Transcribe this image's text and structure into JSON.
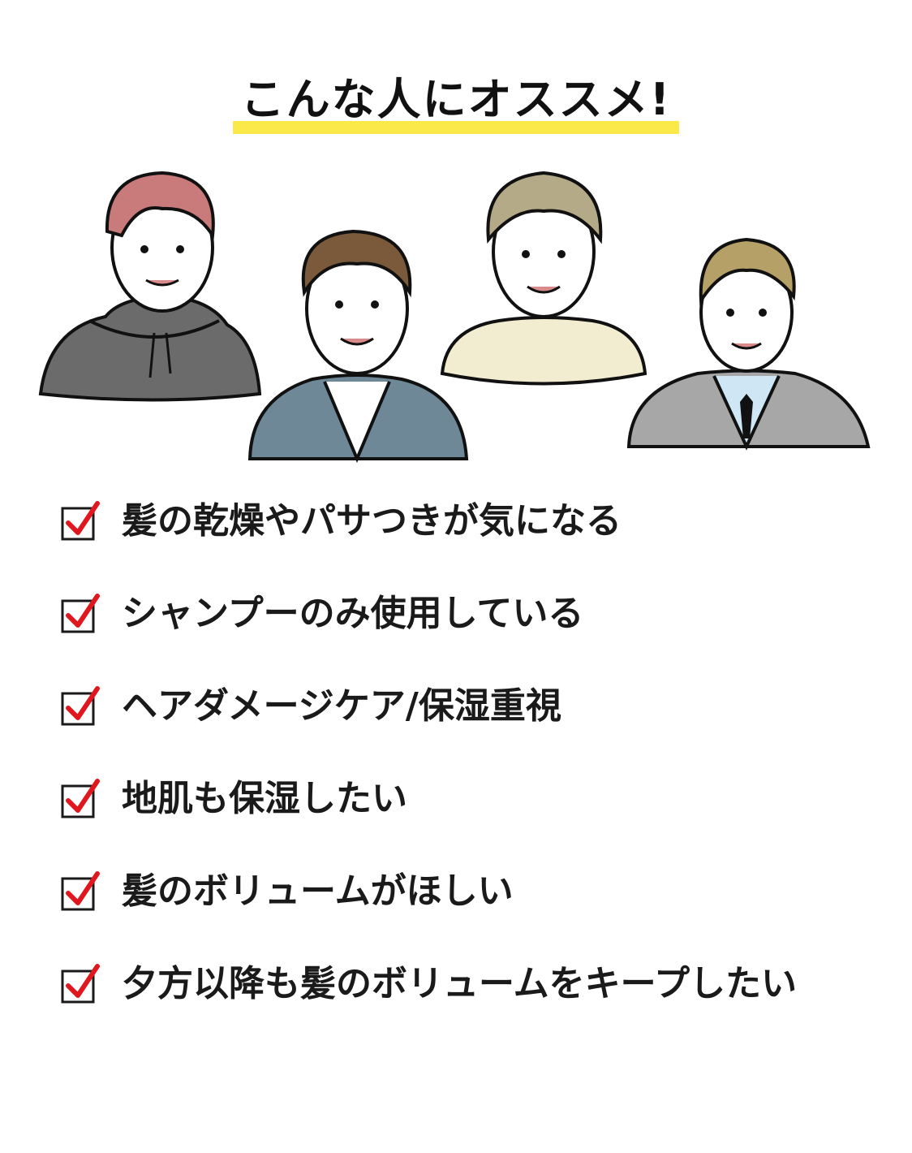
{
  "title": "こんな人にオススメ!",
  "colors": {
    "highlight": "#fbe94a",
    "check": "#e0171e",
    "text": "#1a1a1a"
  },
  "illustration": {
    "people": [
      {
        "name_icon": "man-pink-hair-hoodie-icon",
        "hair": "#c97a7a",
        "clothes": "#6b6b6b"
      },
      {
        "name_icon": "man-brown-hair-jacket-icon",
        "hair": "#7a5a3a",
        "clothes": "#6e8898"
      },
      {
        "name_icon": "man-beige-hair-sweater-icon",
        "hair": "#b5aa88",
        "clothes": "#f2ecd0"
      },
      {
        "name_icon": "man-blonde-hair-suit-icon",
        "hair": "#b5a067",
        "clothes": "#a7a7a7"
      }
    ]
  },
  "checklist": [
    {
      "icon": "checkbox-checked-icon",
      "label": "髪の乾燥やパサつきが気になる"
    },
    {
      "icon": "checkbox-checked-icon",
      "label": "シャンプーのみ使用している"
    },
    {
      "icon": "checkbox-checked-icon",
      "label": "ヘアダメージケア/保湿重視"
    },
    {
      "icon": "checkbox-checked-icon",
      "label": "地肌も保湿したい"
    },
    {
      "icon": "checkbox-checked-icon",
      "label": "髪のボリュームがほしい"
    },
    {
      "icon": "checkbox-checked-icon",
      "label": "夕方以降も髪のボリュームをキープしたい"
    }
  ]
}
